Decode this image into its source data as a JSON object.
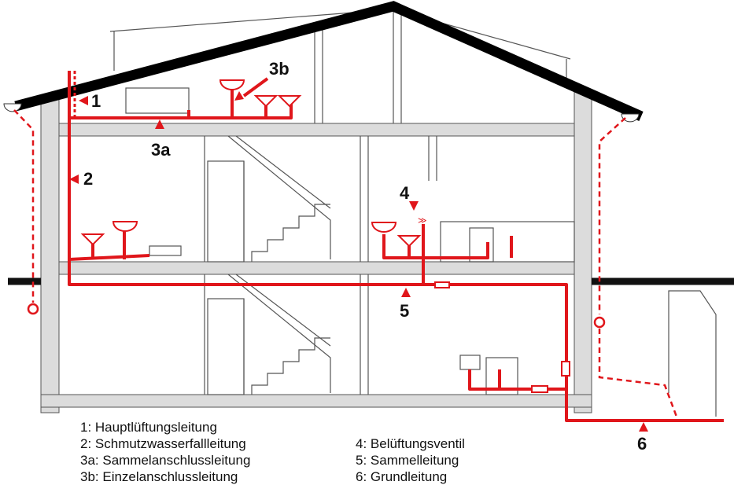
{
  "labels": {
    "l1": "1",
    "l2": "2",
    "l3a": "3a",
    "l3b": "3b",
    "l4": "4",
    "l5": "5",
    "l6": "6"
  },
  "legend": [
    "1:   Hauptlüftungsleitung",
    "2:   Schmutzwasserfallleitung",
    "3a: Sammelanschlussleitung",
    "3b: Einzelanschlussleitung",
    "4: Belüftungsventil",
    "5: Sammelleitung",
    "6: Grundleitung"
  ],
  "colors": {
    "pipe": "#e0161b",
    "structure": "#d9d9d9",
    "roof": "#000000"
  }
}
